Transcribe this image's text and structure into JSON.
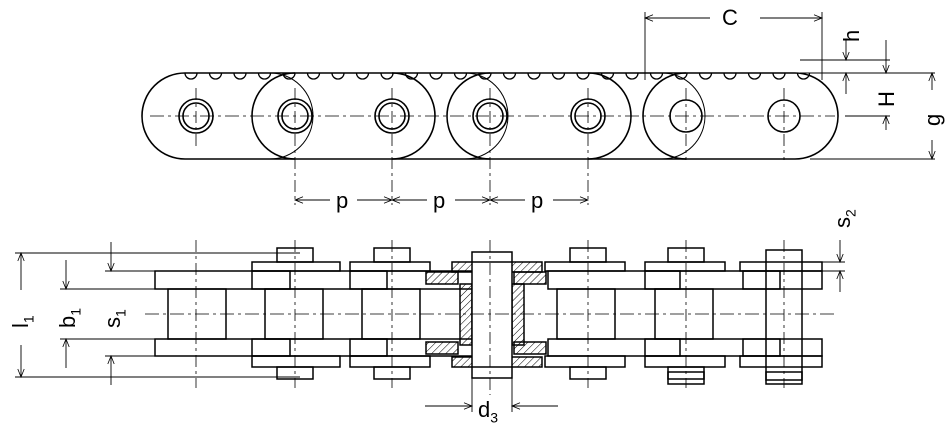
{
  "labels": {
    "C": "C",
    "h": "h",
    "H": "H",
    "g": "g",
    "p1": "p",
    "p2": "p",
    "p3": "p",
    "s2": "s",
    "s2_sub": "2",
    "l1": "l",
    "l1_sub": "1",
    "b1": "b",
    "b1_sub": "1",
    "s1": "s",
    "s1_sub": "1",
    "d3": "d",
    "d3_sub": "3"
  },
  "colors": {
    "line": "#000000",
    "paper": "#ffffff",
    "hatch": "#000000"
  }
}
